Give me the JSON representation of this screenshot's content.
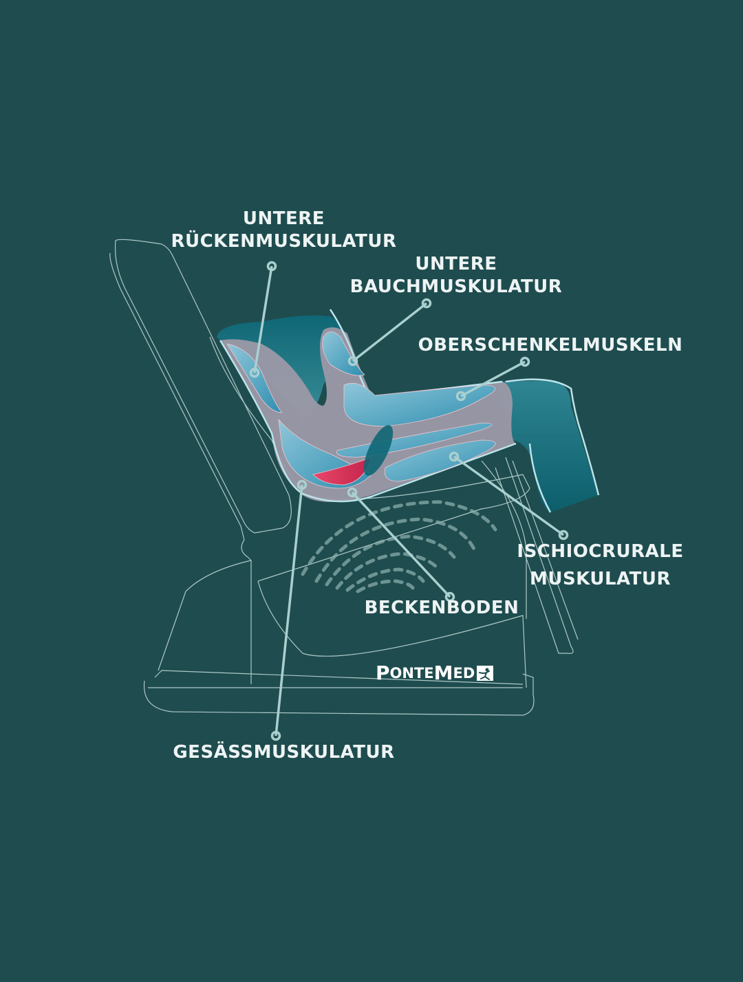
{
  "background_color": "#1f4d4f",
  "labels": {
    "lower_back": {
      "line1": "UNTERE",
      "line2": "RÜCKENMUSKULATUR"
    },
    "lower_abdominal": {
      "line1": "UNTERE",
      "line2": "BAUCHMUSKULATUR"
    },
    "thigh": {
      "line1": "OBERSCHENKELMUSKELN"
    },
    "hamstrings": {
      "line1": "ISCHIOCRURALE",
      "line2": "MUSKULATUR"
    },
    "pelvic_floor": {
      "line1": "BECKENBODEN"
    },
    "gluteal": {
      "line1": "GESÄSSMUSKULATUR"
    }
  },
  "logo": {
    "p": "P",
    "onte": "ONTE",
    "m": "M",
    "ed": "ED"
  },
  "colors": {
    "label_text": "#eef3f3",
    "leader_line": "#a9cfcf",
    "outline": "#c9dede",
    "muscle_teal": "#136c78",
    "muscle_highlight": "#d8375a",
    "body_mauve": "#9c99a8"
  }
}
